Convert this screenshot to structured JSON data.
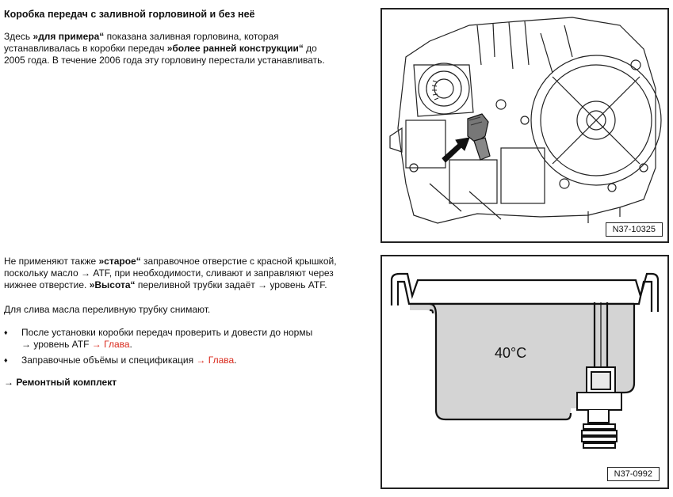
{
  "section1": {
    "title": "Коробка передач с заливной горловиной и без неё",
    "p1": {
      "a": "Здесь ",
      "b": "»для примера“",
      "c": " показана заливная горловина, которая",
      "d": "устанавливалась в коробки передач ",
      "e": "»более ранней конструкции“",
      "f": " до",
      "g": "2005 года. В течение 2006 года эту горловину перестали устанавливать."
    },
    "figure_id": "N37-10325"
  },
  "section2": {
    "p1": {
      "a": "Не применяют также ",
      "b": "»старое“",
      "c": " заправочное отверстие с красной крышкой,",
      "d": "поскольку масло → ATF, при необходимости, сливают и заправляют через",
      "e": "нижнее отверстие. ",
      "f": "»Высота“",
      "g": " переливной трубки задаёт → уровень ATF."
    },
    "p2": "Для слива масла переливную трубку снимают.",
    "bullets": [
      {
        "line1": "После установки коробки передач проверить и довести до нормы",
        "line2a": "→ уровень ATF ",
        "line2b": "→ Глава",
        "line2c": "."
      },
      {
        "line1a": "Заправочные объёмы и спецификация ",
        "line1b": "→ Глава",
        "line1c": "."
      }
    ],
    "bullet_symbol": "♦",
    "repair_kit": "→ Ремонтный комплект",
    "figure_temp": "40°C",
    "figure_id": "N37-0992"
  },
  "colors": {
    "link_red": "#d9291c",
    "oil_fill": "#d4d4d4"
  },
  "icons": [
    "arrow-right-icon",
    "bullet-diamond-icon"
  ]
}
